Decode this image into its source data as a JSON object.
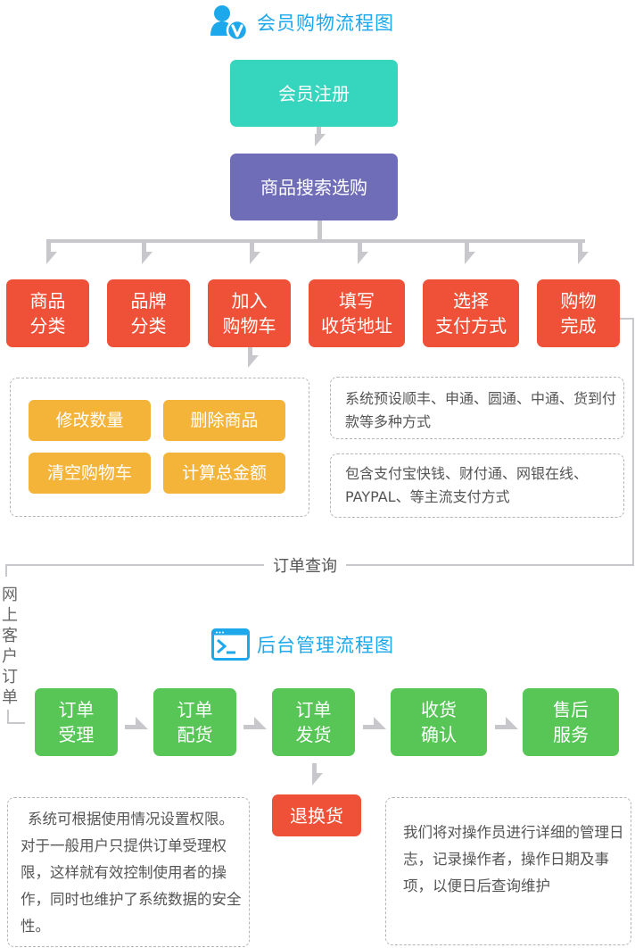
{
  "member_flow": {
    "title": "会员购物流程图",
    "icon": "user-v-icon",
    "register": "会员注册",
    "search": "商品搜索选购",
    "steps": [
      {
        "line1": "商品",
        "line2": "分类"
      },
      {
        "line1": "品牌",
        "line2": "分类"
      },
      {
        "line1": "加入",
        "line2": "购物车"
      },
      {
        "line1": "填写",
        "line2": "收货地址"
      },
      {
        "line1": "选择",
        "line2": "支付方式"
      },
      {
        "line1": "购物",
        "line2": "完成"
      }
    ],
    "cart_actions": [
      "修改数量",
      "删除商品",
      "清空购物车",
      "计算总金额"
    ],
    "shipping_note": "系统预设顺丰、申通、圆通、中通、货到付款等多种方式",
    "payment_note": "包含支付宝快钱、财付通、网银在线、PAYPAL、等主流支付方式",
    "order_query": "订单查询",
    "online_orders": [
      "网",
      "上",
      "客",
      "户",
      "订",
      "单"
    ]
  },
  "admin_flow": {
    "title": "后台管理流程图",
    "icon": "terminal-window-icon",
    "steps": [
      {
        "line1": "订单",
        "line2": "受理"
      },
      {
        "line1": "订单",
        "line2": "配货"
      },
      {
        "line1": "订单",
        "line2": "发货"
      },
      {
        "line1": "收货",
        "line2": "确认"
      },
      {
        "line1": "售后",
        "line2": "服务"
      }
    ],
    "return": "退换货",
    "permission_note": "系统可根据使用情况设置权限。对于一般用户只提供订单受理权限，这样就有效控制使用者的操作，同时也维护了系统数据的安全性。",
    "log_note": "我们将对操作员进行详细的管理日志，记录操作者，操作日期及事项，以便日后查询维护"
  },
  "colors": {
    "title": "#1ea8ec",
    "teal": "#36d6be",
    "purple": "#6f6cb8",
    "red": "#ee5138",
    "yellow": "#f4b43a",
    "green": "#57c657",
    "connector": "#c8c8cc"
  }
}
